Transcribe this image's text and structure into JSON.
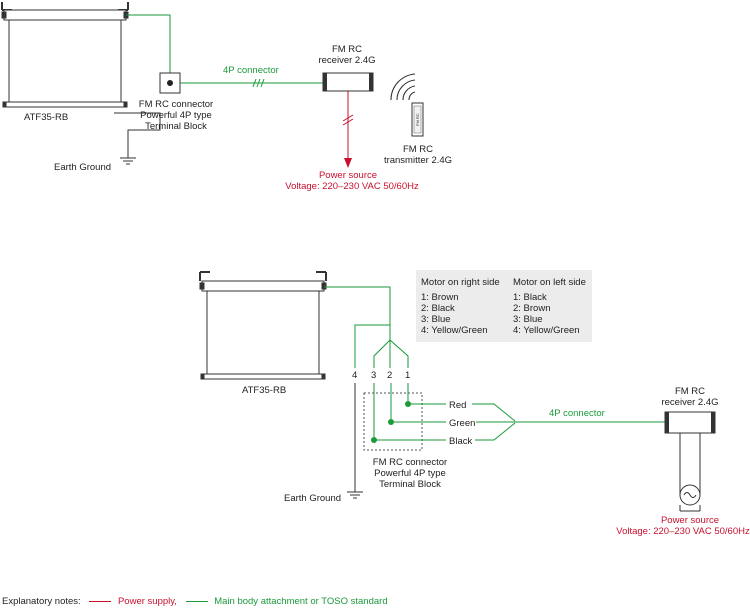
{
  "diagram1": {
    "motor_label": "ATF35-RB",
    "earth_ground": "Earth Ground",
    "connector_lines": [
      "FM RC connector",
      "Powerful 4P type",
      "Terminal Block"
    ],
    "cable_label": "4P connector",
    "receiver_lines": [
      "FM RC",
      "receiver 2.4G"
    ],
    "transmitter_lines": [
      "FM RC",
      "transmitter 2.4G"
    ],
    "transmitter_device_text": "FM RC",
    "power_lines": [
      "Power source",
      "Voltage: 220–230 VAC 50/60Hz"
    ]
  },
  "diagram2": {
    "motor_label": "ATF35-RB",
    "earth_ground": "Earth Ground",
    "terminal_numbers": [
      "4",
      "3",
      "2",
      "1"
    ],
    "wire_names": [
      "Red",
      "Green",
      "Black"
    ],
    "connector_lines": [
      "FM RC connector",
      "Powerful 4P type",
      "Terminal Block"
    ],
    "cable_label": "4P connector",
    "receiver_lines": [
      "FM RC",
      "receiver 2.4G"
    ],
    "power_lines": [
      "Power source",
      "Voltage: 220–230 VAC 50/60Hz"
    ],
    "wiring_table": {
      "right_header": "Motor on right side",
      "left_header": "Motor on left side",
      "right_rows": [
        "1: Brown",
        "2: Black",
        "3: Blue",
        "4: Yellow/Green"
      ],
      "left_rows": [
        "1: Black",
        "2: Brown",
        "3: Blue",
        "4: Yellow/Green"
      ]
    }
  },
  "legend": {
    "prefix": "Explanatory notes:",
    "power_label": "Power supply,",
    "main_label": "Main body attachment or TOSO standard"
  },
  "colors": {
    "power": "#c8102e",
    "main": "#1a9a3a",
    "line": "#333333",
    "table_bg": "#ececec"
  }
}
